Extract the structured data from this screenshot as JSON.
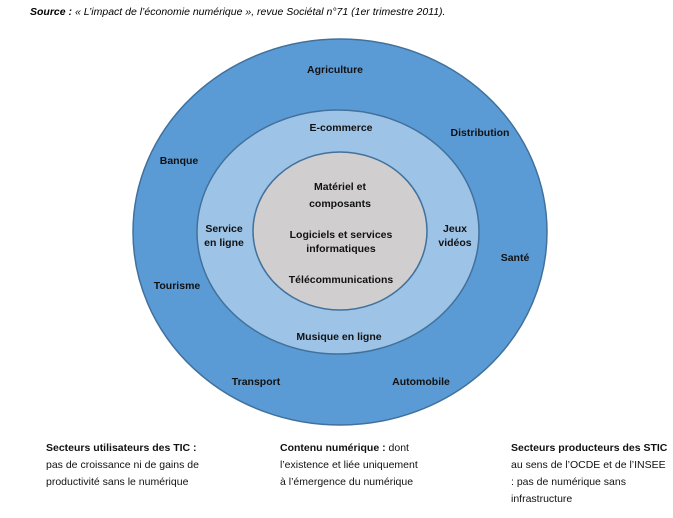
{
  "source": {
    "label": "Source :",
    "text": "« L’impact de l’économie numérique », revue Sociétal n°71 (1er trimestre 2011)."
  },
  "colors": {
    "outer": "#5b9bd5",
    "middle": "#9dc3e6",
    "inner": "#d0cece",
    "border": "#41719c"
  },
  "outer_ring": [
    "Agriculture",
    "Distribution",
    "Banque",
    "Santé",
    "Tourisme",
    "Transport",
    "Automobile"
  ],
  "middle_ring": [
    "E-commerce",
    "Service en ligne",
    "Jeux vidéos",
    "Musique en ligne"
  ],
  "inner_circle": [
    "Matériel et composants",
    "Logiciels et services informatiques",
    "Télécommunications"
  ],
  "captions": [
    {
      "title": "Secteurs utilisateurs des TIC :",
      "text": "pas de croissance ni de gains de productivité sans le numérique"
    },
    {
      "title": "Contenu numérique :",
      "text": "dont l’existence et liée uniquement à l’émergence du numérique"
    },
    {
      "title": "Secteurs producteurs des STIC",
      "text": "au sens de l’OCDE et de l’INSEE : pas de numérique sans infrastructure"
    }
  ]
}
